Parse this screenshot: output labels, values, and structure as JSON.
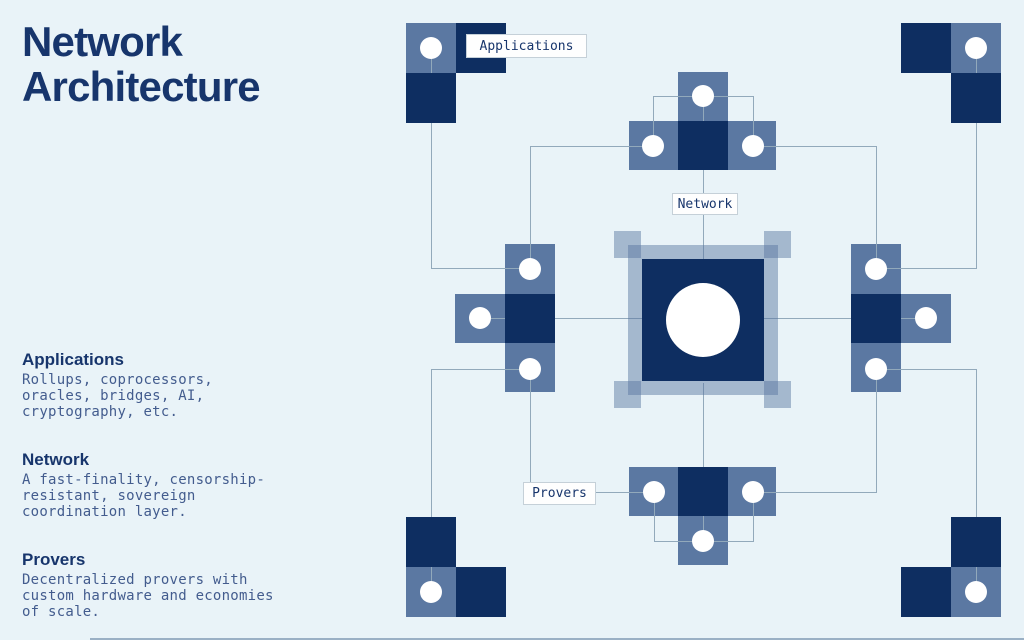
{
  "title": {
    "line1": "Network",
    "line2": "Architecture"
  },
  "sections": [
    {
      "heading": "Applications",
      "body": "Rollups, coprocessors,\noracles, bridges, AI,\ncryptography, etc."
    },
    {
      "heading": "Network",
      "body": "A fast-finality, censorship-\nresistant, sovereign\ncoordination layer."
    },
    {
      "heading": "Provers",
      "body": "Decentralized provers with\ncustom hardware and economies\nof scale."
    }
  ],
  "diagram": {
    "labels": {
      "applications": "Applications",
      "network": "Network",
      "provers": "Provers"
    },
    "colors": {
      "background": "#e9f3f8",
      "dark_navy": "#0e2e61",
      "steel_blue": "#5b78a2",
      "frame_translucent": "rgba(88,117,160,0.47)",
      "connector_line": "#92a9bb",
      "node_fill": "#ffffff",
      "heading_text": "#17356c",
      "body_text": "#435c8e"
    }
  }
}
